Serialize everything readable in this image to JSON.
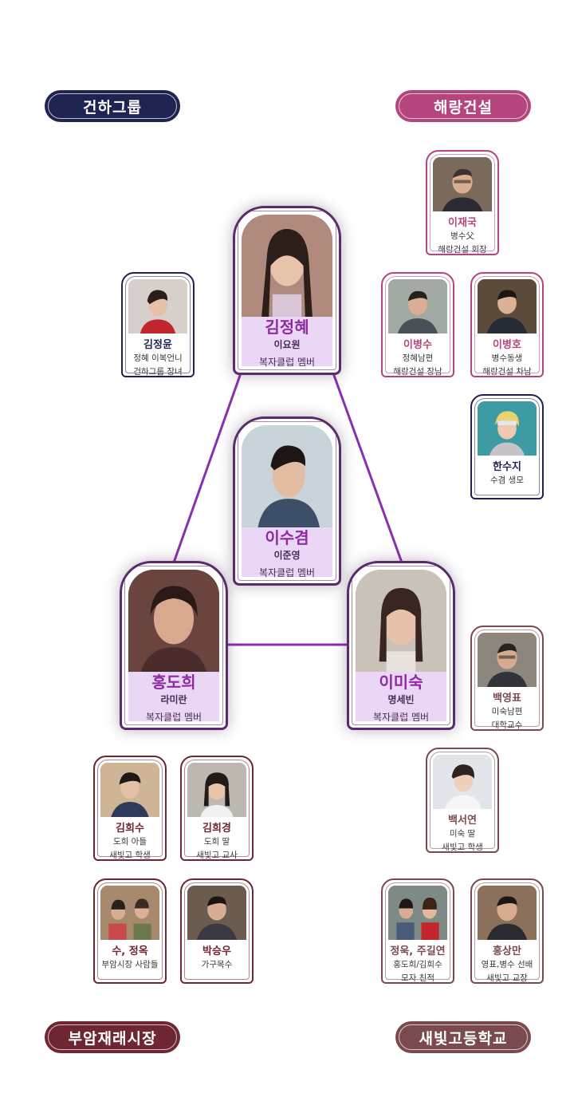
{
  "groups": {
    "geonha": "건하그룹",
    "haerang": "해랑건설",
    "buam": "부암재래시장",
    "saebit": "새빛고등학교"
  },
  "main": {
    "jeonghye": {
      "name": "김정혜",
      "actor": "이요원",
      "role": "복자클럽 멤버"
    },
    "sugyeom": {
      "name": "이수겸",
      "actor": "이준영",
      "role": "복자클럽 멤버"
    },
    "dohui": {
      "name": "홍도희",
      "actor": "라미란",
      "role": "복자클럽 멤버"
    },
    "misuk": {
      "name": "이미숙",
      "actor": "명세빈",
      "role": "복자클럽 멤버"
    }
  },
  "people": {
    "jeongyun": {
      "name": "김정윤",
      "l1": "정혜 이복언니",
      "l2": "건하그룹 장녀"
    },
    "jaeguk": {
      "name": "이재국",
      "l1": "병수父",
      "l2": "해랑건설 회장"
    },
    "byeongsu": {
      "name": "이병수",
      "l1": "정혜남편",
      "l2": "해랑건설 장남"
    },
    "byeongho": {
      "name": "이병호",
      "l1": "병수동생",
      "l2": "해랑건설 차남"
    },
    "hansuji": {
      "name": "한수지",
      "l1": "수겸 생모",
      "l2": ""
    },
    "baekyeongpyo": {
      "name": "백영표",
      "l1": "미숙남편",
      "l2": "대학교수"
    },
    "heesu": {
      "name": "김희수",
      "l1": "도희 아들",
      "l2": "새빛고 학생"
    },
    "heegyeong": {
      "name": "김희경",
      "l1": "도희 딸",
      "l2": "새빛고 교사"
    },
    "seoyeon": {
      "name": "백서연",
      "l1": "미숙 딸",
      "l2": "새빛고 학생"
    },
    "sujeongok": {
      "name": "수, 정옥",
      "l1": "부암시장 사람들",
      "l2": ""
    },
    "parkseungu": {
      "name": "박승우",
      "l1": "가구목수",
      "l2": ""
    },
    "jeonguk": {
      "name": "정욱, 주길연",
      "l1": "홍도희/김희수",
      "l2": "모자 친적"
    },
    "hongsangman": {
      "name": "홍상만",
      "l1": "영표,병수 선배",
      "l2": "새빛고 교장"
    }
  },
  "colors": {
    "navy": "#1f2352",
    "pink": "#b5457d",
    "maroon": "#6e2633",
    "brown": "#7a4a4e",
    "purple": "#8e2ba3",
    "link": "#8a2fb0"
  },
  "relations": [
    [
      "김정혜",
      "홍도희"
    ],
    [
      "김정혜",
      "이미숙"
    ],
    [
      "홍도희",
      "이미숙"
    ]
  ]
}
